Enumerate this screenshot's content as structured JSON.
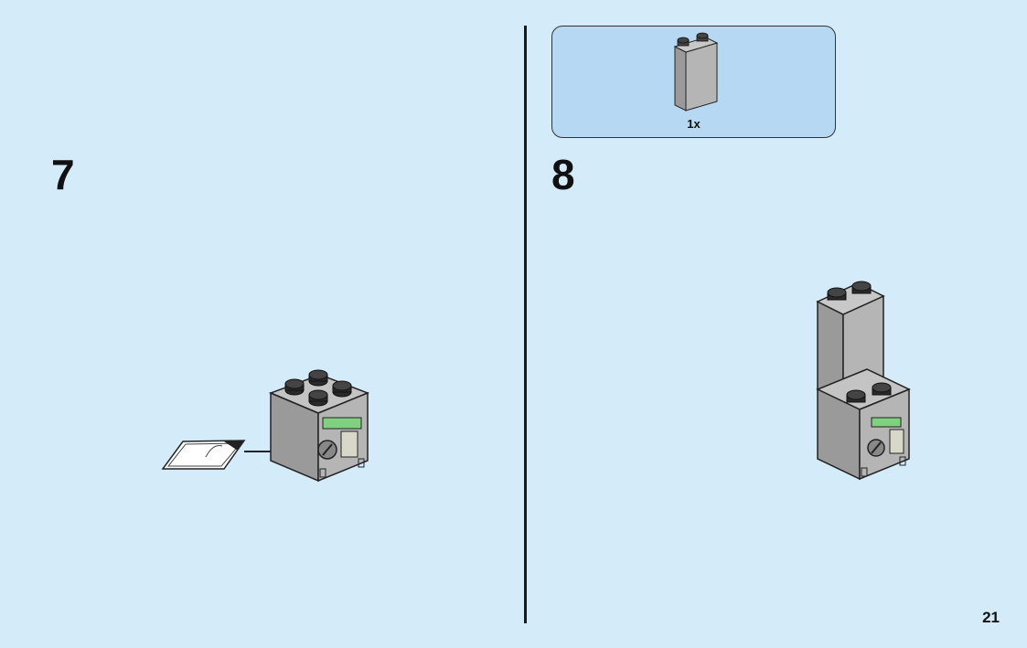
{
  "steps": [
    {
      "number": "7"
    },
    {
      "number": "8"
    }
  ],
  "parts_callout": {
    "quantity": "1x",
    "part": "brick-1x2x3-grey-icon"
  },
  "page_number": "21",
  "colors": {
    "background": "#d4ebfa",
    "callout_background": "#b7d8f2",
    "brick_grey": "#a7a7a7",
    "stud_black": "#2a2a2a"
  }
}
